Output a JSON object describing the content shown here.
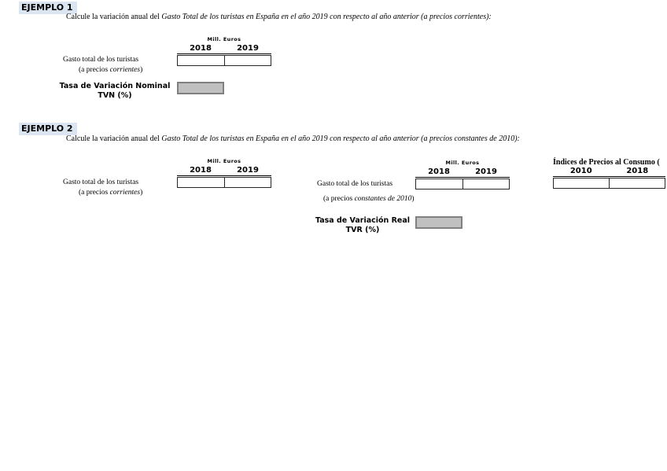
{
  "colors": {
    "title_highlight": "#dbe5f1",
    "result_box_fill": "#c0c0c0",
    "result_box_border": "#808080",
    "cell_border": "#262626"
  },
  "example1": {
    "title": "EJEMPLO 1",
    "description_prefix": "Calcule la variación anual del ",
    "description_italic": "Gasto Total de los turistas en España en el año 2019 con respecto al año anterior (a precios corrientes):",
    "table": {
      "unit_label": "Mill. Euros",
      "col_headers": [
        "2018",
        "2019"
      ],
      "row_label": "Gasto total de los turistas",
      "sublabel_prefix": "(a precios ",
      "sublabel_italic": "corrientes",
      "sublabel_suffix": ")",
      "cells": [
        "",
        ""
      ]
    },
    "result": {
      "label_line1": "Tasa de Variación Nominal",
      "label_line2": "TVN (%)",
      "value": ""
    }
  },
  "example2": {
    "title": "EJEMPLO 2",
    "description_prefix": "Calcule la variación anual del ",
    "description_italic": "Gasto Total de los turistas en España en el año 2019 con respecto al año anterior (a precios constantes de 2010):",
    "nominal_table": {
      "unit_label": "Mill. Euros",
      "col_headers": [
        "2018",
        "2019"
      ],
      "row_label": "Gasto total de los turistas",
      "sublabel_prefix": "(a precios ",
      "sublabel_italic": "corrientes",
      "sublabel_suffix": ")",
      "cells": [
        "",
        ""
      ]
    },
    "real_table": {
      "unit_label": "Mill. Euros",
      "col_headers": [
        "2018",
        "2019"
      ],
      "row_label": "Gasto total de los turistas",
      "sublabel_prefix": "(a precios ",
      "sublabel_italic": "constantes de 2010",
      "sublabel_suffix": ")",
      "cells": [
        "",
        ""
      ]
    },
    "result": {
      "label_line1": "Tasa de Variación Real",
      "label_line2": "TVR (%)",
      "value": ""
    },
    "ipc_table": {
      "title": "Índices de Precios al Consumo (",
      "col_headers": [
        "2010",
        "2018"
      ],
      "cells": [
        "",
        ""
      ]
    }
  }
}
